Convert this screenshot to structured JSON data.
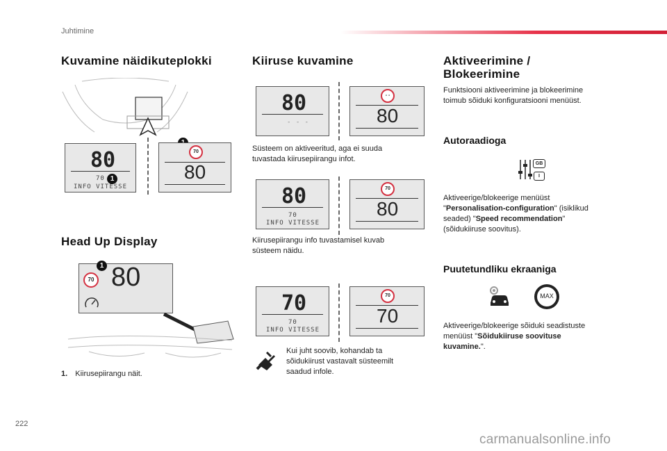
{
  "header": {
    "section": "Juhtimine",
    "page_number": "222"
  },
  "col1": {
    "title": "Kuvamine näidikuteplokki",
    "cluster_display": {
      "speed": "80",
      "limit": "70",
      "info": "INFO VITESSE"
    },
    "cluster_display2": {
      "speed": "80",
      "sign": "70"
    },
    "hud_title": "Head Up Display",
    "hud_display": {
      "speed": "80",
      "sign": "70"
    },
    "badge": "1",
    "footnote_num": "1.",
    "footnote_text": "Kiirusepiirangu näit."
  },
  "col2": {
    "title": "Kiiruse kuvamine",
    "row1_left": {
      "speed": "80",
      "dashes": "- - -"
    },
    "row1_right": {
      "speed": "80",
      "sign": "- -"
    },
    "text1": "Süsteem on aktiveeritud, aga ei suuda tuvastada kiirusepiirangu infot.",
    "row2_left": {
      "speed": "80",
      "limit": "70",
      "info": "INFO VITESSE"
    },
    "row2_right": {
      "speed": "80",
      "sign": "70"
    },
    "text2": "Kiirusepiirangu info tuvastamisel kuvab süsteem näidu.",
    "row3_left": {
      "speed": "70",
      "limit": "70",
      "info": "INFO VITESSE"
    },
    "row3_right": {
      "speed": "70",
      "sign": "70"
    },
    "text3": "Kui juht soovib, kohandab ta sõidukiirust vastavalt süsteemilt saadud infole."
  },
  "col3": {
    "title": "Aktiveerimine / Blokeerimine",
    "intro": "Funktsiooni aktiveerimine ja blokeerimine toimub sõiduki konfiguratsiooni menüüst.",
    "radio_title": "Autoraadioga",
    "radio_text_a": "Aktiveerige/blokeerige menüüst \"",
    "radio_text_b": "Personalisation-configuration",
    "radio_text_c": "\" (isiklikud seaded) \"",
    "radio_text_d": "Speed recommendation",
    "radio_text_e": "\" (sõidukiiruse soovitus).",
    "radio_icon_gb": "GB",
    "radio_icon_i": "I",
    "touch_title": "Puutetundliku ekraaniga",
    "touch_max": "MAX",
    "touch_text_a": "Aktiveerige/blokeerige sõiduki seadistuste menüüst \"",
    "touch_text_b": "Sõidukiiruse soovituse kuvamine.",
    "touch_text_c": "\"."
  },
  "watermark": "carmanualsonline.info",
  "colors": {
    "accent": "#e7334a",
    "sign_red": "#d43040",
    "display_bg": "#e8e8e8"
  }
}
